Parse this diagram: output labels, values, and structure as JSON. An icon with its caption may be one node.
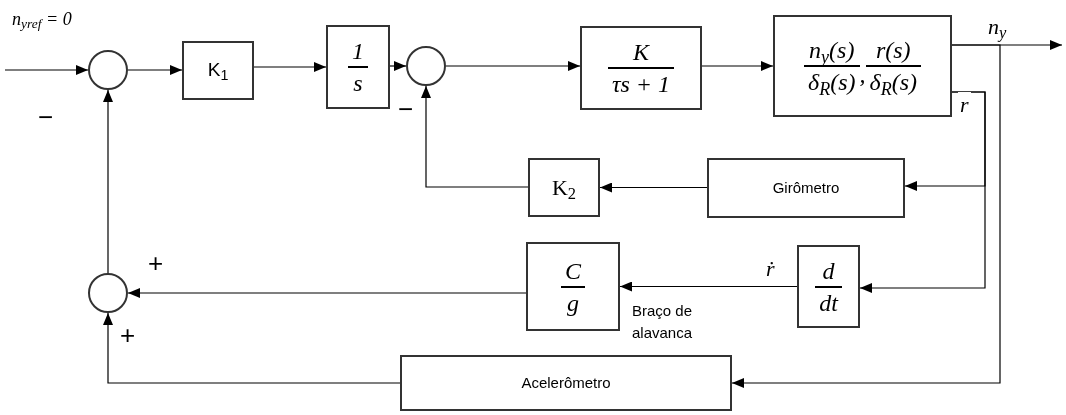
{
  "diagram": {
    "nodes": [
      {
        "text": [],
        "shape": "circle"
      },
      {
        "text": [
          "K$_{1}$"
        ]
      },
      {
        "text": [
          "1",
          "s"
        ]
      },
      {
        "text": [],
        "shape": "circle"
      },
      {
        "text": [
          "K",
          "τs + 1"
        ]
      },
      {
        "text": [
          "n$_{y}$(s)",
          "δ$_{R}$(s)",
          ",",
          "r(s)",
          "δ$_{R}$(s)"
        ]
      },
      {
        "text": [
          "K$_{2}$"
        ]
      },
      {
        "text": [
          "Girômetro"
        ]
      },
      {
        "text": [
          "C",
          "g"
        ]
      },
      {
        "text": [
          "d",
          "dt"
        ]
      },
      {
        "text": [],
        "shape": "circle"
      },
      {
        "text": [
          "Acelerômetro"
        ]
      }
    ],
    "edges": [
      {
        "from": null,
        "to": 0,
        "arrow": "to"
      },
      {
        "from": 0,
        "to": 1,
        "arrow": "to"
      },
      {
        "from": 1,
        "to": 2,
        "arrow": "to"
      },
      {
        "from": 2,
        "to": 3,
        "arrow": "to"
      },
      {
        "from": 3,
        "to": 4,
        "arrow": "to"
      },
      {
        "from": 4,
        "to": 5,
        "arrow": "to"
      },
      {
        "from": 5,
        "to": null,
        "arrow": "to",
        "label": "n$_{y}$"
      },
      {
        "from": 5,
        "to": 7,
        "arrow": "to",
        "label": "r"
      },
      {
        "from": 5,
        "to": 9,
        "arrow": "to"
      },
      {
        "from": 5,
        "to": 11,
        "arrow": "to"
      },
      {
        "from": 7,
        "to": 6,
        "arrow": "to"
      },
      {
        "from": 6,
        "to": 3,
        "arrow": "to"
      },
      {
        "from": 9,
        "to": 8,
        "arrow": "to",
        "label": "ṙ"
      },
      {
        "from": 8,
        "to": 10,
        "arrow": "to"
      },
      {
        "from": 11,
        "to": 10,
        "arrow": "to"
      },
      {
        "from": 10,
        "to": 0,
        "arrow": "to"
      }
    ],
    "labels": [
      "n$_{y}$$_{ref}$ = 0",
      "−",
      "−",
      "+",
      "Braço de alavanca",
      "+"
    ]
  }
}
